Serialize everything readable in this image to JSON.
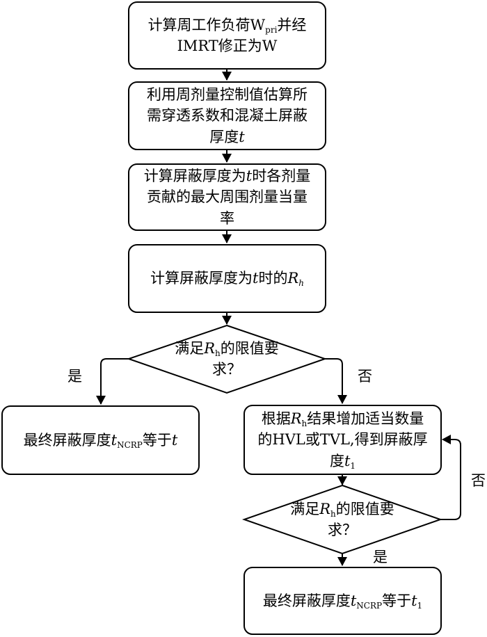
{
  "nodes": {
    "n1": {
      "a": "计算周工作负荷W",
      "sub": "pri",
      "b": "并经",
      "c": "IMRT修正为W"
    },
    "n2": {
      "a": "利用周剂量控制值估算所",
      "b": "需穿透系数和混凝土屏蔽",
      "c": "厚度",
      "var": "t"
    },
    "n3": {
      "a": "计算屏蔽厚度为",
      "var": "t",
      "b": "时各剂量",
      "c": "贡献的最大周围剂量当量",
      "d": "率"
    },
    "n4": {
      "a": "计算屏蔽厚度为",
      "var": "t",
      "b": "时的",
      "var2": "R",
      "sub": "h"
    },
    "d1": {
      "a": "满足",
      "var": "R",
      "sub": "h",
      "b": "的限值要",
      "c": "求？"
    },
    "n5": {
      "a": "最终屏蔽厚度",
      "var": "t",
      "sub": "NCRP",
      "b": "等于",
      "var2": "t"
    },
    "n6": {
      "a": "根据",
      "var": "R",
      "sub": "h",
      "b": "结果增加适当数量",
      "c": "的HVL或TVL,得到屏蔽厚",
      "d": "度",
      "var2": "t",
      "sub2": "1"
    },
    "d2": {
      "a": "满足",
      "var": "R",
      "sub": "h",
      "b": "的限值要",
      "c": "求？"
    },
    "n7": {
      "a": "最终屏蔽厚度",
      "var": "t",
      "sub": "NCRP",
      "b": "等于",
      "var2": "t",
      "sub2": "1"
    }
  },
  "edge_labels": {
    "yes1": "是",
    "no1": "否",
    "no2": "否",
    "yes2": "是"
  }
}
